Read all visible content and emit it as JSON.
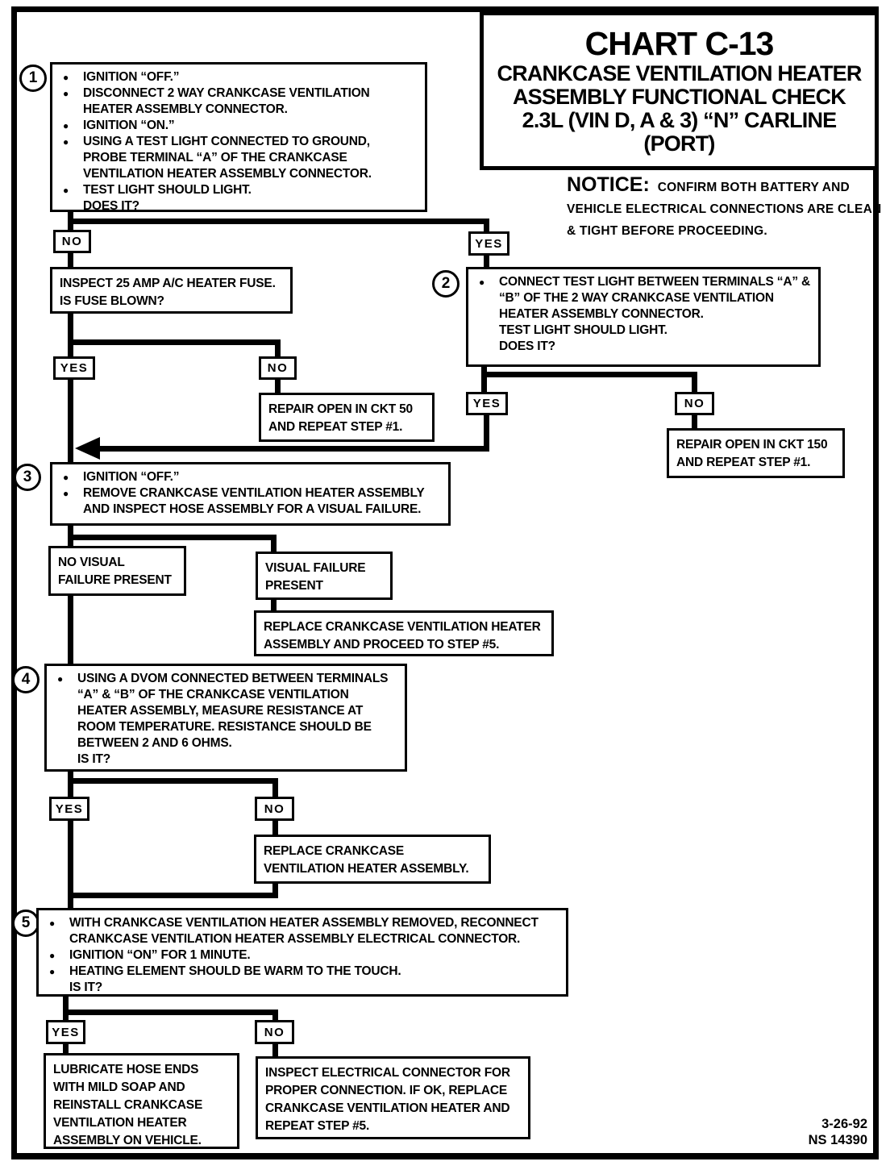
{
  "header": {
    "title_lines": [
      "CHART C-13",
      "CRANKCASE VENTILATION HEATER",
      "ASSEMBLY FUNCTIONAL CHECK",
      "2.3L (VIN D, A & 3) “N” CARLINE",
      "(PORT)"
    ],
    "notice_label": "NOTICE:",
    "notice_lines": [
      "CONFIRM BOTH BATTERY AND",
      "VEHICLE ELECTRICAL CONNECTIONS ARE CLEAN",
      "& TIGHT BEFORE PROCEEDING."
    ]
  },
  "labels": {
    "yes": "YES",
    "no": "NO"
  },
  "steps": {
    "s1": {
      "num": "1",
      "items": [
        "IGNITION “OFF.”",
        "DISCONNECT 2 WAY CRANKCASE VENTILATION HEATER ASSEMBLY CONNECTOR.",
        "IGNITION “ON.”",
        "USING A TEST LIGHT CONNECTED TO GROUND, PROBE TERMINAL “A” OF THE CRANKCASE VENTILATION HEATER ASSEMBLY CONNECTOR.",
        "TEST LIGHT SHOULD LIGHT.",
        "DOES IT?"
      ]
    },
    "s2": {
      "num": "2",
      "items": [
        "CONNECT TEST LIGHT BETWEEN TERMINALS “A” & “B” OF THE 2 WAY CRANKCASE VENTILATION HEATER ASSEMBLY CONNECTOR.",
        "TEST LIGHT SHOULD LIGHT.",
        "DOES IT?"
      ]
    },
    "s3": {
      "num": "3",
      "items": [
        "IGNITION “OFF.”",
        "REMOVE CRANKCASE VENTILATION HEATER ASSEMBLY AND INSPECT HOSE ASSEMBLY FOR A VISUAL FAILURE."
      ]
    },
    "s4": {
      "num": "4",
      "items": [
        "USING A DVOM CONNECTED BETWEEN TERMINALS “A” & “B” OF THE CRANKCASE VENTILATION HEATER ASSEMBLY, MEASURE RESISTANCE AT ROOM TEMPERATURE.  RESISTANCE SHOULD BE BETWEEN 2 AND 6 OHMS.",
        "IS IT?"
      ]
    },
    "s5": {
      "num": "5",
      "items": [
        "WITH CRANKCASE VENTILATION HEATER ASSEMBLY REMOVED, RECONNECT CRANKCASE VENTILATION HEATER ASSEMBLY ELECTRICAL CONNECTOR.",
        "IGNITION “ON” FOR 1 MINUTE.",
        "HEATING ELEMENT SHOULD BE WARM TO THE TOUCH.",
        "IS IT?"
      ]
    }
  },
  "boxes": {
    "inspect_fuse": [
      "INSPECT 25 AMP A/C HEATER FUSE.",
      "IS FUSE BLOWN?"
    ],
    "repair_ckt_50": [
      "REPAIR OPEN IN CKT 50",
      "AND REPEAT STEP #1."
    ],
    "repair_ckt_150": [
      "REPAIR OPEN IN CKT 150",
      "AND REPEAT STEP #1."
    ],
    "no_visual_failure": [
      "NO VISUAL",
      "FAILURE PRESENT"
    ],
    "visual_failure": [
      "VISUAL FAILURE",
      "PRESENT"
    ],
    "replace_proceed_step5": [
      "REPLACE CRANKCASE VENTILATION HEATER",
      "ASSEMBLY AND PROCEED TO STEP #5."
    ],
    "replace_assembly": [
      "REPLACE CRANKCASE",
      "VENTILATION HEATER ASSEMBLY."
    ],
    "lubricate_reinstall": [
      "LUBRICATE HOSE ENDS",
      "WITH MILD SOAP AND",
      "REINSTALL CRANKCASE",
      "VENTILATION HEATER",
      "ASSEMBLY ON VEHICLE."
    ],
    "inspect_connector": [
      "INSPECT ELECTRICAL CONNECTOR FOR",
      "PROPER CONNECTION.  IF OK, REPLACE",
      "CRANKCASE VENTILATION HEATER AND",
      "REPEAT STEP #5."
    ]
  },
  "footer": {
    "date": "3-26-92",
    "doc_number": "NS 14390"
  }
}
